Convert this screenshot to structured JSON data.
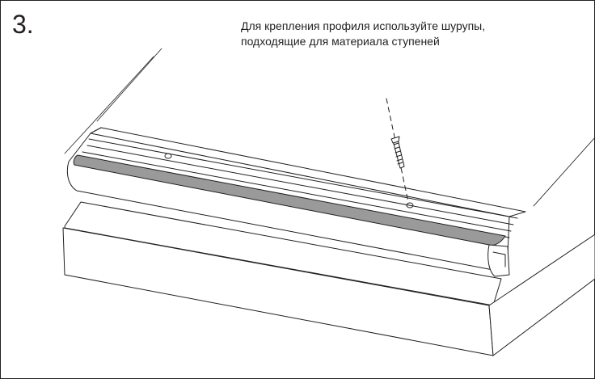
{
  "step": {
    "number": "3."
  },
  "instruction": {
    "line1": "Для крепления профиля используйте шурупы,",
    "line2": "подходящие для материала ступеней"
  },
  "colors": {
    "line": "#231f20",
    "profile_insert": "#9a9a9a",
    "paper": "#ffffff"
  },
  "icons": {
    "screw": "screw-icon"
  }
}
